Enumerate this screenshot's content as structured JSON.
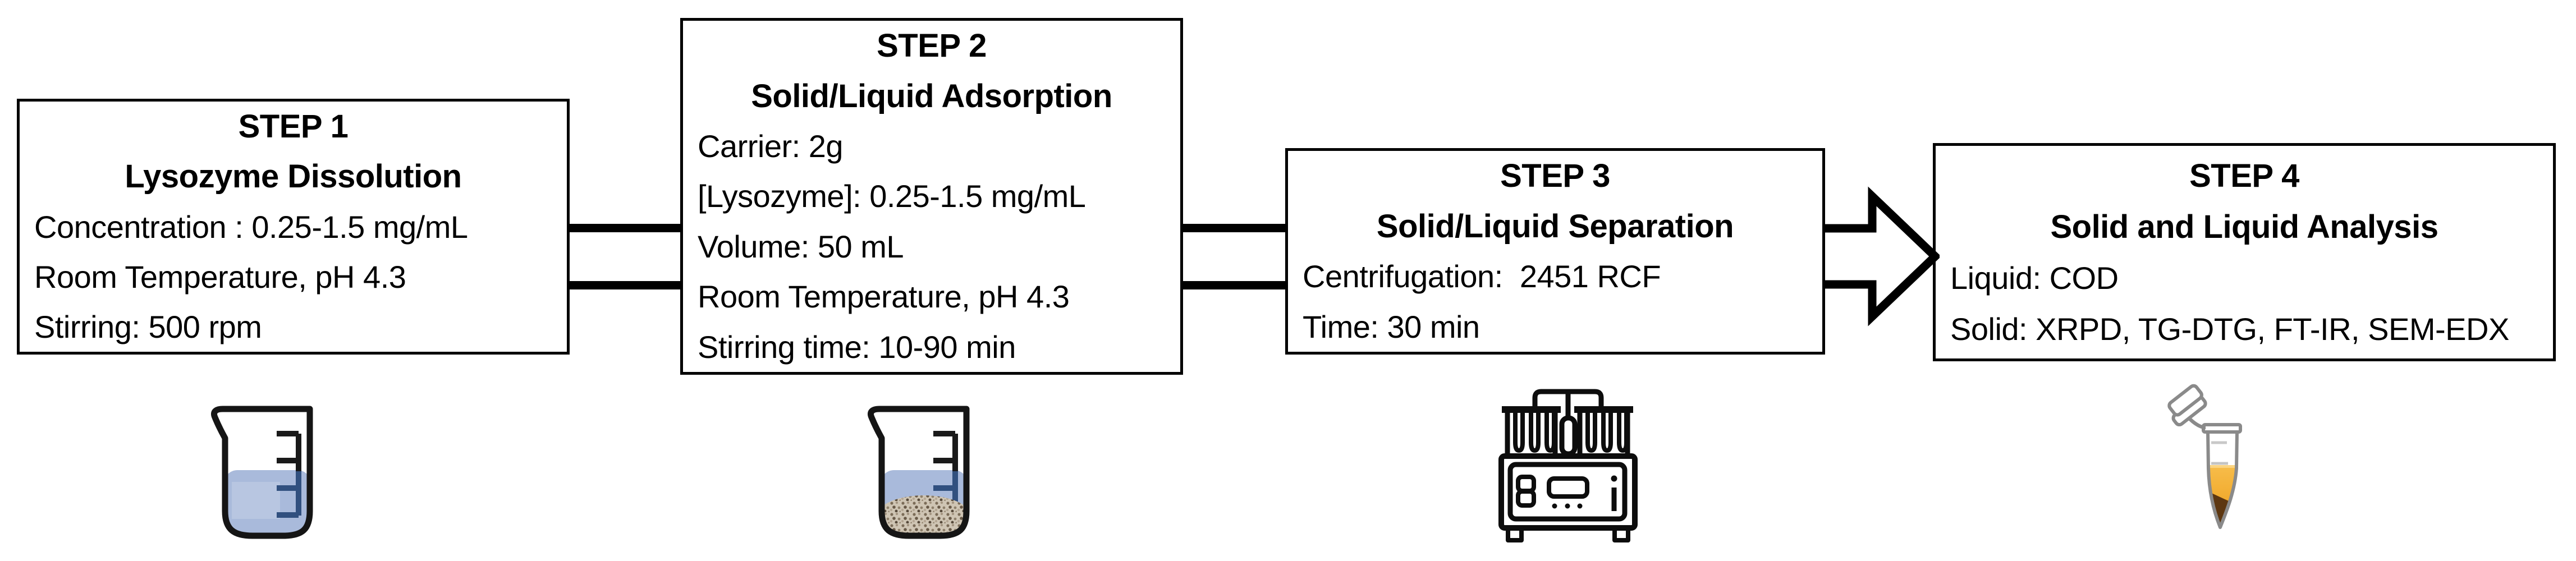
{
  "diagram": {
    "kind": "process-flow",
    "background": "#ffffff"
  },
  "steps": [
    {
      "id": "step-1",
      "title": "STEP 1",
      "subtitle": "Lysozyme Dissolution",
      "lines": [
        "Concentration : 0.25-1.5 mg/mL",
        "Room Temperature, pH 4.3",
        "Stirring: 500 rpm"
      ],
      "icon": "beaker-with-blue-liquid"
    },
    {
      "id": "step-2",
      "title": "STEP 2",
      "subtitle": "Solid/Liquid Adsorption",
      "lines": [
        "Carrier: 2g",
        "[Lysozyme]: 0.25-1.5 mg/mL",
        "Volume: 50 mL",
        "Room Temperature, pH 4.3",
        "Stirring time: 10-90 min"
      ],
      "icon": "beaker-with-carrier-suspension"
    },
    {
      "id": "step-3",
      "title": "STEP 3",
      "subtitle": "Solid/Liquid Separation",
      "lines": [
        "Centrifugation:  2451 RCF",
        "Time: 30 min"
      ],
      "icon": "centrifuge"
    },
    {
      "id": "step-4",
      "title": "STEP 4",
      "subtitle": "Solid and Liquid Analysis",
      "lines": [
        "Liquid: COD",
        "Solid: XRPD, TG-DTG, FT-IR, SEM-EDX"
      ],
      "icon": "open-microcentrifuge-tube"
    }
  ],
  "connectors": [
    {
      "from": "step-1",
      "to": "step-2",
      "type": "double-line"
    },
    {
      "from": "step-2",
      "to": "step-3",
      "type": "double-line"
    },
    {
      "from": "step-3",
      "to": "step-4",
      "type": "open-block-arrow"
    }
  ],
  "colors": {
    "box_border": "#000000",
    "text": "#000000",
    "connector": "#000000",
    "beaker_outline": "#151515",
    "liquid_blue": "#a9badb",
    "liquid_blue_highlight": "#ffffff",
    "scale_over_liquid": "#31507f",
    "granule_base": "#cfc5b4",
    "granule_dark": "#685947",
    "centrifuge_outline": "#0d0d0d",
    "tube_outline": "#8a8a8a",
    "tube_orange_light": "#f7bd4b",
    "tube_orange": "#ec9a14",
    "tube_brown": "#5d3711",
    "tube_tick_gray": "#c8c8c8"
  }
}
